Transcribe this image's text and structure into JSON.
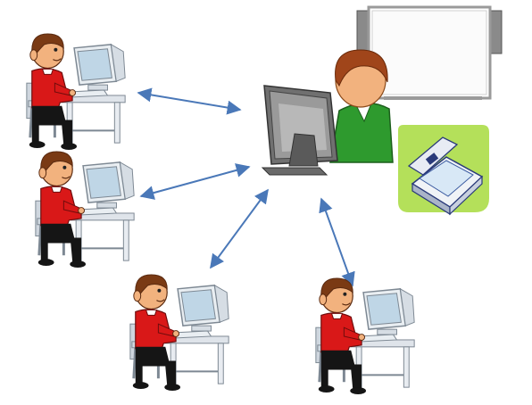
{
  "diagram": {
    "nodes": [
      {
        "id": "teacher",
        "name": "teacher-workstation",
        "role": "teacher"
      },
      {
        "id": "student-1",
        "name": "student-workstation-1",
        "role": "student"
      },
      {
        "id": "student-2",
        "name": "student-workstation-2",
        "role": "student"
      },
      {
        "id": "student-3",
        "name": "student-workstation-3",
        "role": "student"
      },
      {
        "id": "student-4",
        "name": "student-workstation-4",
        "role": "student"
      }
    ],
    "peripherals": [
      {
        "id": "whiteboard",
        "name": "interactive-whiteboard"
      },
      {
        "id": "scanner",
        "name": "scanner"
      }
    ],
    "edges": [
      {
        "from": "teacher",
        "to": "student-1",
        "direction": "both"
      },
      {
        "from": "teacher",
        "to": "student-2",
        "direction": "both"
      },
      {
        "from": "teacher",
        "to": "student-3",
        "direction": "both"
      },
      {
        "from": "teacher",
        "to": "student-4",
        "direction": "both"
      }
    ],
    "colors": {
      "arrow": "#4a78b8",
      "student_shirt": "#d91818",
      "student_hair": "#7a3a14",
      "skin": "#f2b27e",
      "teacher_shirt": "#2e9a2e",
      "monitor_dark": "#6e6e6e",
      "monitor_light": "#e9eef2",
      "desk": "#dfe4ea",
      "scanner_bg": "#b4e05a",
      "whiteboard_frame": "#9a9a9a"
    }
  }
}
